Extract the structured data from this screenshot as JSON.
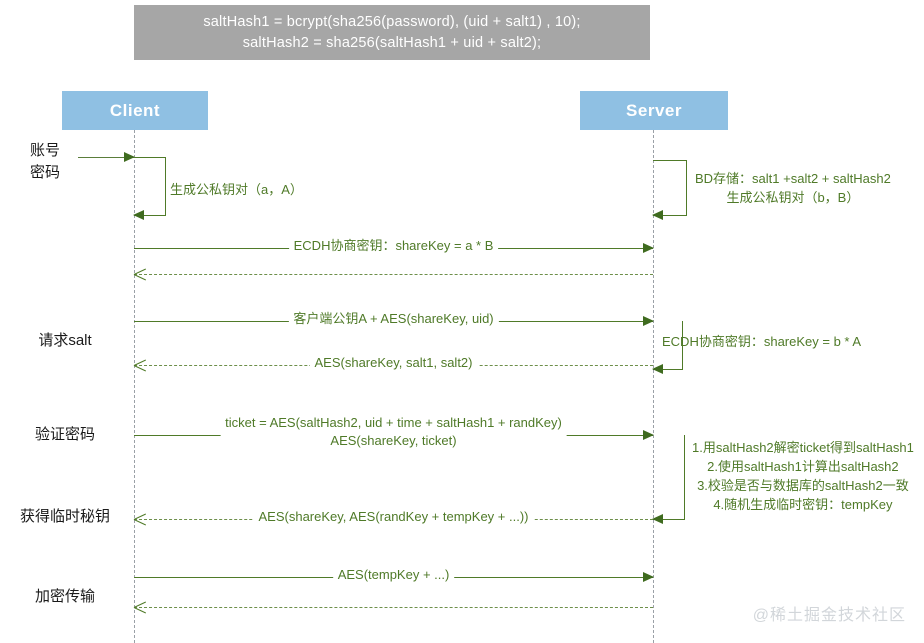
{
  "diagram": {
    "title_note": {
      "line1": "saltHash1 = bcrypt(sha256(password), (uid + salt1) , 10);",
      "line2": "saltHash2 = sha256(saltHash1 + uid + salt2);",
      "bg_color": "#a6a6a6",
      "text_color": "#ffffff"
    },
    "actors": [
      {
        "id": "client",
        "label": "Client",
        "color": "#8fc0e3"
      },
      {
        "id": "server",
        "label": "Server",
        "color": "#8fc0e3"
      }
    ],
    "accent_color": "#4f7a28",
    "stage_labels": [
      {
        "id": "stage-credentials",
        "line1": "账号",
        "line2": "密码"
      },
      {
        "id": "stage-request-salt",
        "line1": "请求salt",
        "line2": ""
      },
      {
        "id": "stage-verify-password",
        "line1": "验证密码",
        "line2": ""
      },
      {
        "id": "stage-get-temp-key",
        "line1": "获得临时秘钥",
        "line2": ""
      },
      {
        "id": "stage-encrypted-transfer",
        "line1": "加密传输",
        "line2": ""
      }
    ],
    "self_calls": [
      {
        "id": "client-keypair",
        "label": "生成公私钥对（a，A）"
      },
      {
        "id": "server-store",
        "line1": "BD存储：salt1 +salt2 + saltHash2",
        "line2": "生成公私钥对（b，B）"
      }
    ],
    "notes": [
      {
        "id": "server-ecdh-note",
        "text": "ECDH协商密钥：shareKey = b * A"
      },
      {
        "id": "server-verify-steps",
        "line1": "1.用saltHash2解密ticket得到saltHash1",
        "line2": "2.使用saltHash1计算出saltHash2",
        "line3": "3.校验是否与数据库的saltHash2一致",
        "line4": "4.随机生成临时密钥：tempKey"
      }
    ],
    "messages": [
      {
        "id": "msg-ecdh-a",
        "label": "ECDH协商密钥：shareKey = a * B",
        "direction": "right",
        "style": "solid"
      },
      {
        "id": "msg-ecdh-a-return",
        "label": "",
        "direction": "left",
        "style": "dashed"
      },
      {
        "id": "msg-pubkey-uid",
        "label": "客户端公钥A + AES(shareKey, uid)",
        "direction": "right",
        "style": "solid"
      },
      {
        "id": "msg-salts-return",
        "label": "AES(shareKey, salt1, salt2)",
        "direction": "left",
        "style": "dashed"
      },
      {
        "id": "msg-ticket",
        "line1": "ticket = AES(saltHash2, uid + time + saltHash1 + randKey)",
        "line2": "AES(shareKey, ticket)",
        "direction": "right",
        "style": "solid"
      },
      {
        "id": "msg-tempkey-return",
        "label": "AES(shareKey, AES(randKey + tempKey + ...))",
        "direction": "left",
        "style": "dashed"
      },
      {
        "id": "msg-encrypted-transfer",
        "label": "AES(tempKey + ...)",
        "direction": "right",
        "style": "solid"
      },
      {
        "id": "msg-encrypted-return",
        "label": "",
        "direction": "left",
        "style": "dashed"
      }
    ],
    "watermark": "@稀土掘金技术社区"
  }
}
